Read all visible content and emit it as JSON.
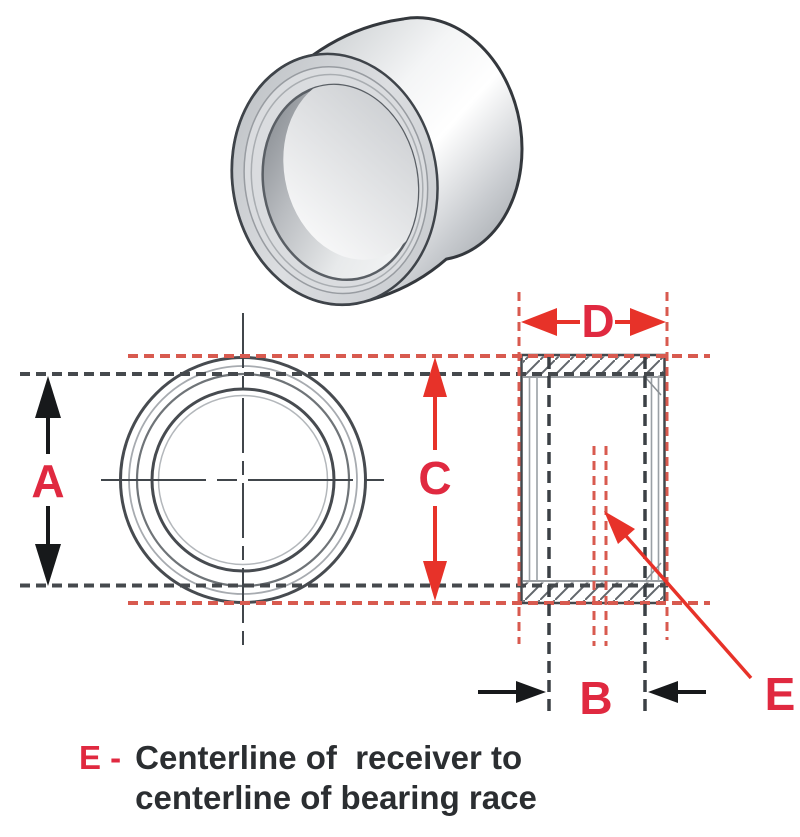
{
  "diagram": {
    "subject": "bearing-race-dimension-diagram",
    "dimensions": {
      "a": "A",
      "b": "B",
      "c": "C",
      "d": "D",
      "e": "E"
    },
    "caption": {
      "prefix": "E -",
      "line1": "Centerline of  receiver to",
      "line2": "centerline of bearing race"
    },
    "colors": {
      "label_red": "#e02940",
      "arrow_red": "#e73229",
      "dash_red": "#d85a4f",
      "line_dark": "#45494d",
      "arrow_black": "#17191b",
      "caption_text": "#2b2e31",
      "metal_light": "#f4f5f6",
      "metal_dark": "#9da2a7",
      "background": "#ffffff"
    }
  }
}
